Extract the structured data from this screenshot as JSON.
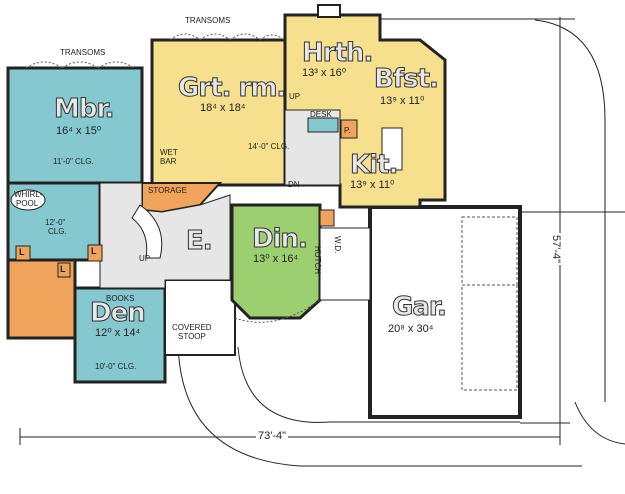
{
  "rooms": {
    "mbr": {
      "name": "Mbr.",
      "dims": "16⁴ x 15⁰",
      "ceiling": "11'-0\" CLG."
    },
    "grtrm": {
      "name": "Grt. rm.",
      "dims": "18⁴ x 18⁴",
      "ceiling": "14'-0\" CLG."
    },
    "hrth": {
      "name": "Hrth.",
      "dims": "13³ x 16⁰"
    },
    "bfst": {
      "name": "Bfst.",
      "dims": "13⁹ x 11⁰"
    },
    "kit": {
      "name": "Kit.",
      "dims": "13⁹ x 11⁰"
    },
    "din": {
      "name": "Din.",
      "dims": "13⁰ x 16⁴"
    },
    "den": {
      "name": "Den",
      "dims": "12⁰ x 14⁴",
      "ceiling": "10'-0\" CLG."
    },
    "gar": {
      "name": "Gar.",
      "dims": "20⁸ x 30⁴"
    },
    "entry": {
      "name": "E."
    }
  },
  "labels": {
    "transoms_left": "TRANSOMS",
    "transoms_top": "TRANSOMS",
    "wet_bar_1": "WET",
    "wet_bar_2": "BAR",
    "storage": "STORAGE",
    "whirlpool_1": "WHIRL-",
    "whirlpool_2": "POOL",
    "bath_clg_1": "12'-0\"",
    "bath_clg_2": "CLG.",
    "desk": "DESK",
    "pantry": "P.",
    "up_grt": "UP",
    "up_entry": "UP",
    "dn": "DN",
    "hutch": "HUTCH",
    "wd": "W.D.",
    "books": "BOOKS",
    "covered_stoop_1": "COVERED",
    "covered_stoop_2": "STOOP",
    "l1": "L",
    "l2": "L",
    "l3": "L"
  },
  "overall": {
    "width": "73'-4\"",
    "depth": "57'-4\""
  },
  "colors": {
    "blue": "#86c8cf",
    "yellow": "#f6e08e",
    "green": "#9bcf6f",
    "orange": "#f0a35a",
    "gray": "#e6e6e6",
    "line": "#222222"
  }
}
